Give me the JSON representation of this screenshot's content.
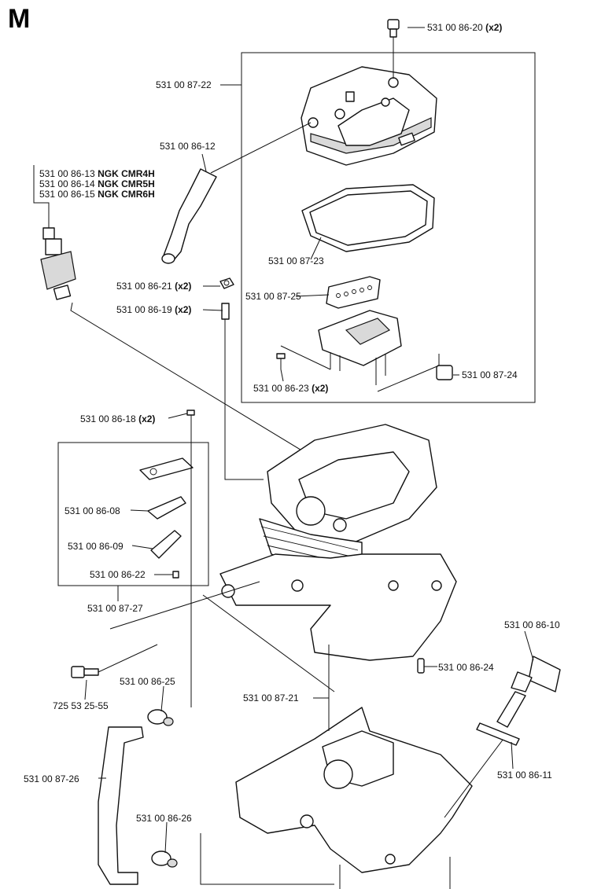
{
  "section_letter": "M",
  "labels": {
    "cover_screw": {
      "part": "531 00 86-20",
      "qty": "(x2)"
    },
    "cylinder_cover": {
      "part": "531 00 87-22"
    },
    "hose": {
      "part": "531 00 86-12"
    },
    "spark_plug": [
      {
        "part": "531 00 86-13",
        "type": "NGK CMR4H"
      },
      {
        "part": "531 00 86-14",
        "type": "NGK CMR5H"
      },
      {
        "part": "531 00 86-15",
        "type": "NGK CMR6H"
      }
    ],
    "gasket": {
      "part": "531 00 87-23"
    },
    "nut": {
      "part": "531 00 86-21",
      "qty": "(x2)"
    },
    "valve_block": {
      "part": "531 00 87-25"
    },
    "stud": {
      "part": "531 00 86-19",
      "qty": "(x2)"
    },
    "bracket_screw": {
      "part": "531 00 86-23",
      "qty": "(x2)"
    },
    "spacer": {
      "part": "531 00 87-24"
    },
    "rocker_screw": {
      "part": "531 00 86-18",
      "qty": "(x2)"
    },
    "plate": {
      "part": "531 00 86-08"
    },
    "lever": {
      "part": "531 00 86-09"
    },
    "small_screw": {
      "part": "531 00 86-22"
    },
    "rocker_kit": {
      "part": "531 00 87-27"
    },
    "oil_plug": {
      "part": "531 00 86-10"
    },
    "pin": {
      "part": "531 00 86-24"
    },
    "crankcase": {
      "part": "531 00 87-21"
    },
    "clamp_upper": {
      "part": "531 00 86-25"
    },
    "bolt": {
      "part": "725 53 25-55"
    },
    "o_ring": {
      "part": "531 00 86-11"
    },
    "breather_hose": {
      "part": "531 00 87-26"
    },
    "clamp_lower": {
      "part": "531 00 86-26"
    }
  }
}
